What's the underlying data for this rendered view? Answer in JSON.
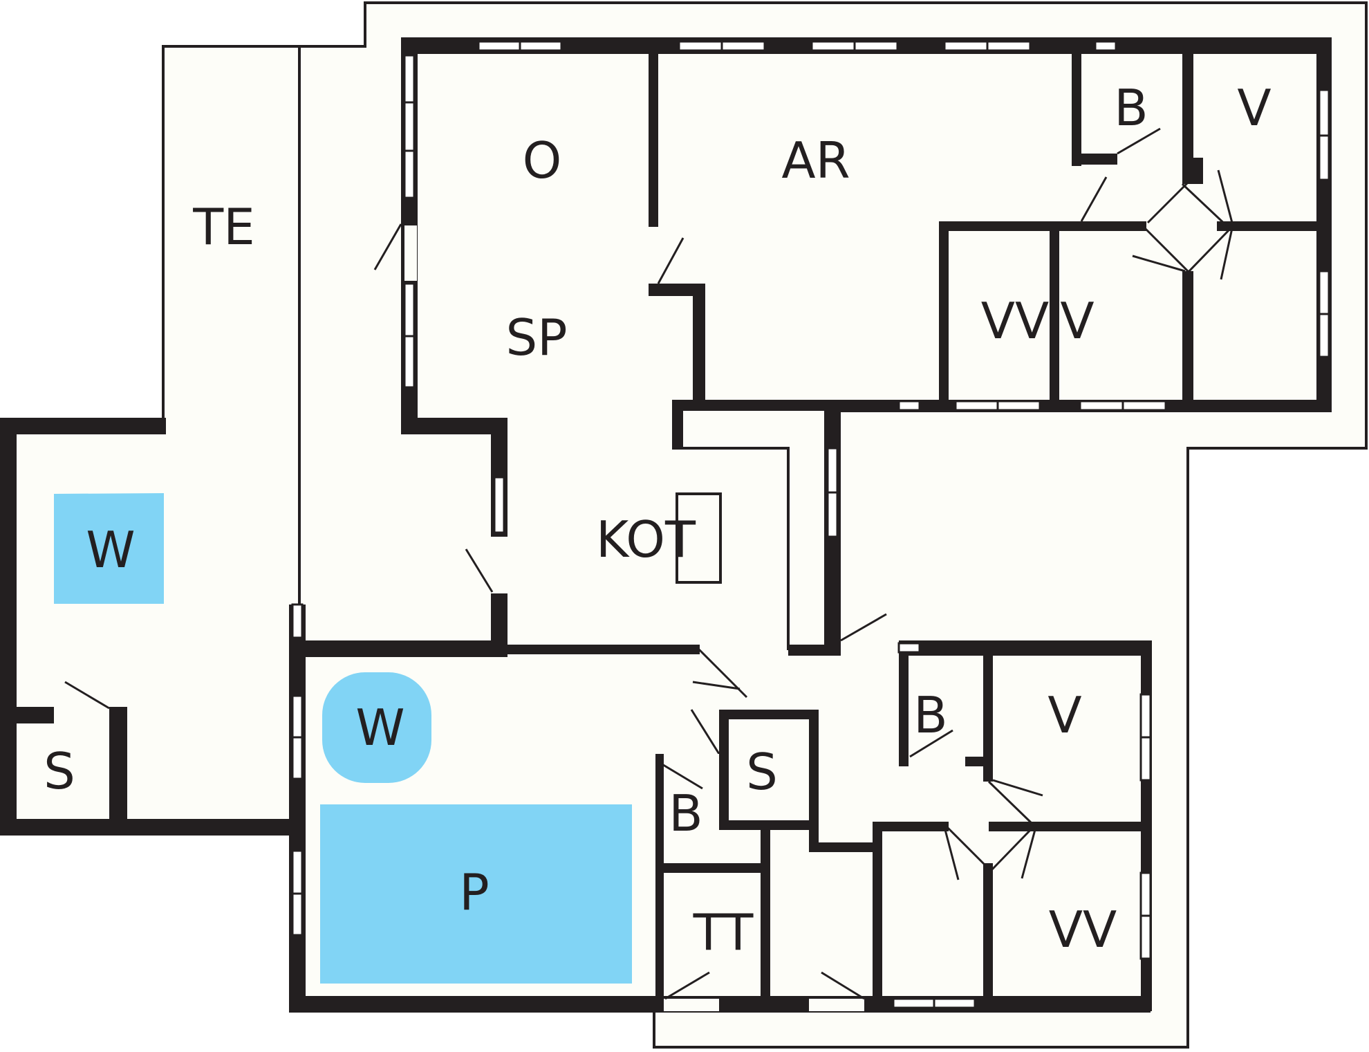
{
  "colors": {
    "wall": "#231f20",
    "floor": "#fdfdf8",
    "water": "#81d4f5",
    "window": "#ffffff",
    "background": "#ffffff"
  },
  "rooms": {
    "terrace": "TE",
    "outdoor_whirlpool": "W",
    "outdoor_sauna": "S",
    "entry": "O",
    "living": "AR",
    "dining": "SP",
    "kitchen": "KOT",
    "bath_top": "B",
    "bedroom_top_right": "V",
    "bedroom_bunk_mid": "VV",
    "bedroom_mid": "V",
    "pool": "P",
    "pool_whirlpool": "W",
    "bath_pool": "B",
    "sauna_pool": "S",
    "laundry": "TT",
    "bath_right": "B",
    "bedroom_right": "V",
    "bedroom_bunk_right": "VV"
  }
}
